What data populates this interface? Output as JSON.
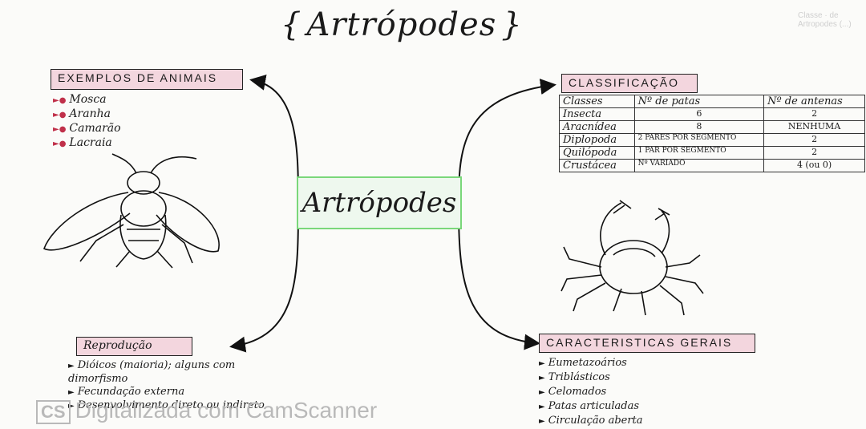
{
  "title": "Artrópodes",
  "faded_note": "Classe · de Artropodes (...)",
  "center": "Artrópodes",
  "exemplos": {
    "title": "EXEMPLOS DE ANIMAIS",
    "items": [
      "Mosca",
      "Aranha",
      "Camarão",
      "Lacraia"
    ]
  },
  "classificacao": {
    "title": "CLASSIFICAÇÃO",
    "headers": [
      "Classes",
      "Nº de patas",
      "Nº de antenas"
    ],
    "rows": [
      {
        "classe": "Insecta",
        "patas": "6",
        "antenas": "2"
      },
      {
        "classe": "Aracnídea",
        "patas": "8",
        "antenas": "NENHUMA"
      },
      {
        "classe": "Diplopoda",
        "patas": "2 PARES POR SEGMENTO",
        "antenas": "2"
      },
      {
        "classe": "Quilópoda",
        "patas": "1 PAR POR SEGMENTO",
        "antenas": "2"
      },
      {
        "classe": "Crustácea",
        "patas": "Nº VARIADO",
        "antenas": "4 (ou 0)"
      }
    ]
  },
  "reproducao": {
    "title": "Reprodução",
    "items": [
      "Dióicos (maioria); alguns com dimorfismo",
      "Fecundação externa",
      "Desenvolvimento direto ou indireto"
    ]
  },
  "caracteristicas": {
    "title": "CARACTERISTICAS GERAIS",
    "items": [
      "Eumetazoários",
      "Triblásticos",
      "Celomados",
      "Patas articuladas",
      "Circulação aberta"
    ]
  },
  "watermark": {
    "badge": "CS",
    "text": "Digitalizada com CamScanner"
  }
}
